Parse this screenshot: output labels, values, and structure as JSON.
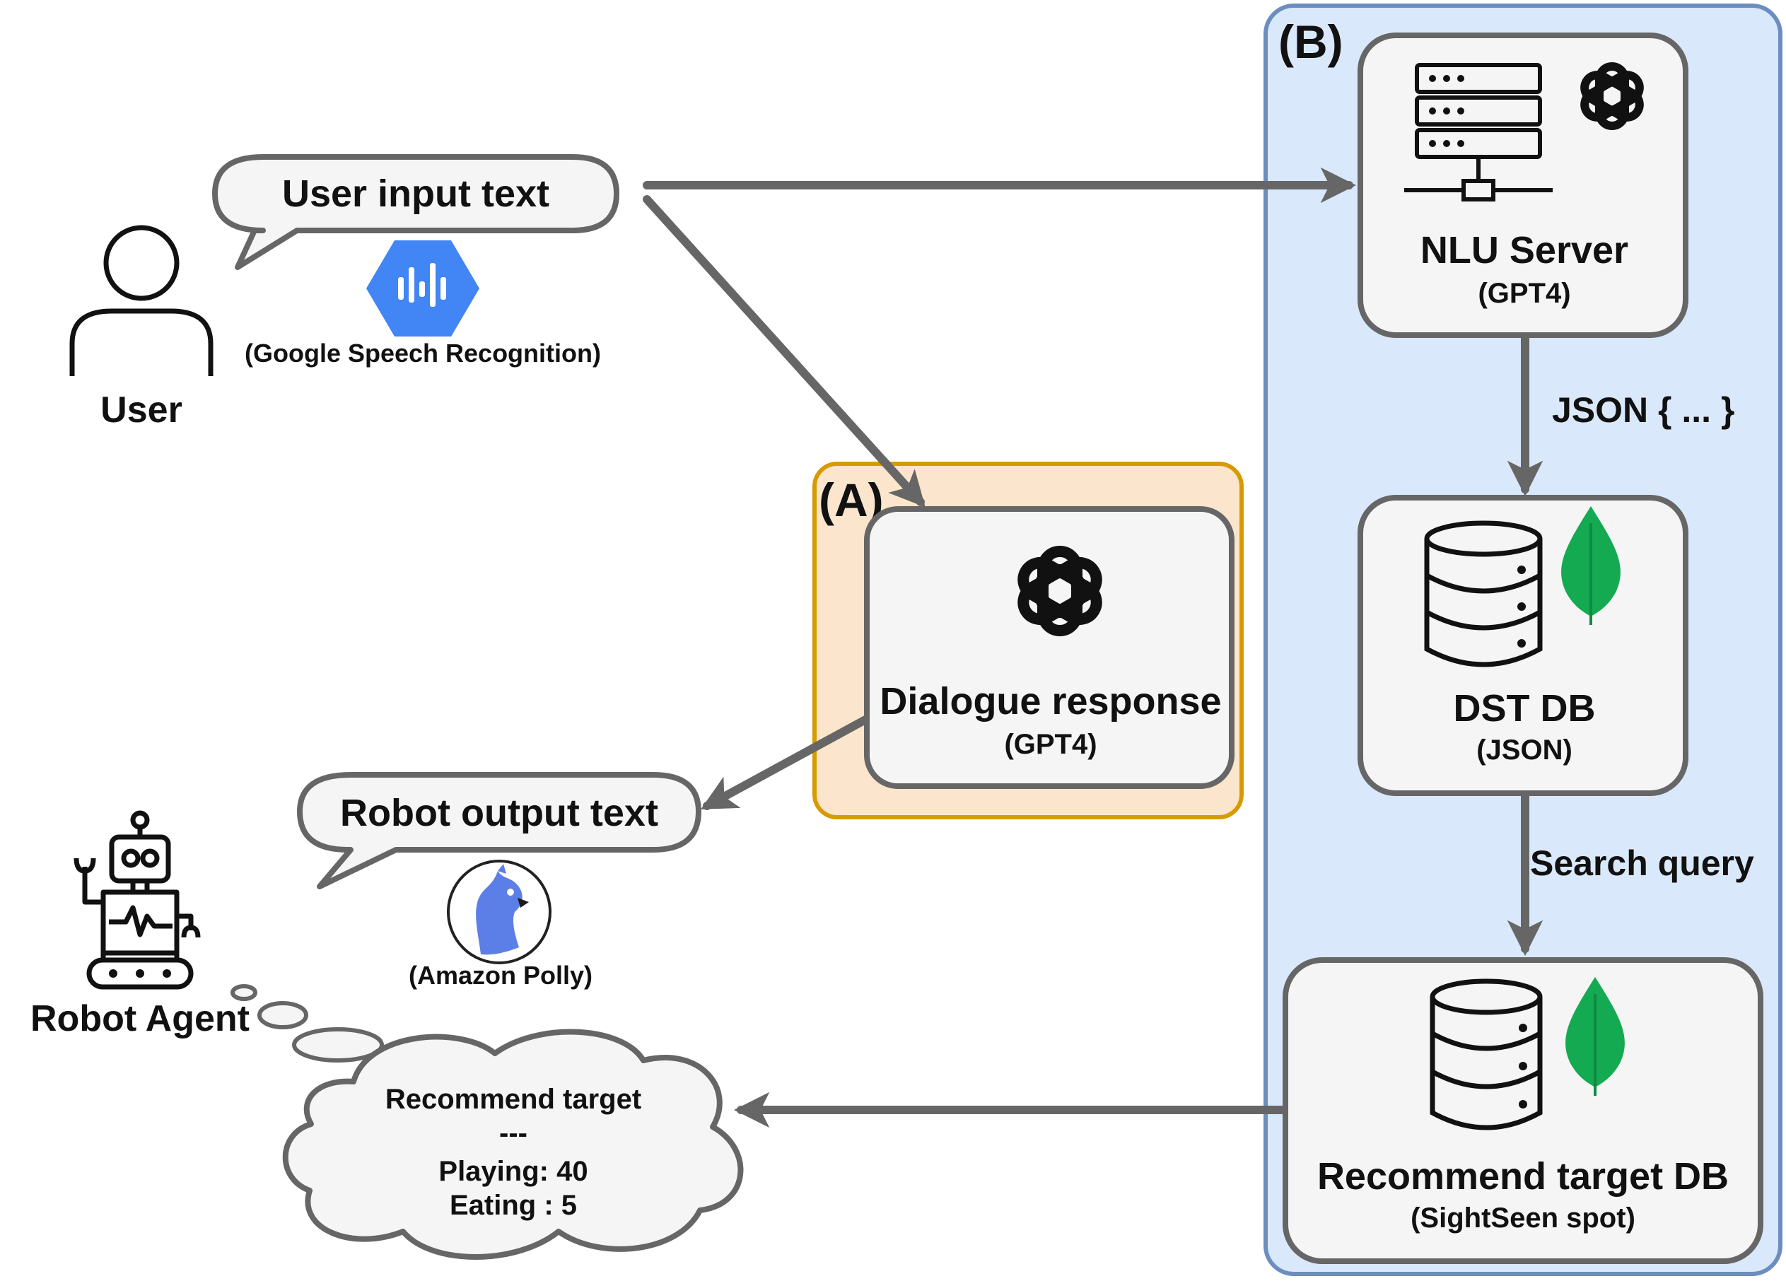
{
  "groups": {
    "a_label": "(A)",
    "b_label": "(B)"
  },
  "user": {
    "label": "User",
    "speech": "User input text",
    "asr_caption": "(Google Speech Recognition)"
  },
  "robot": {
    "label": "Robot Agent",
    "speech": "Robot output text",
    "tts_caption": "(Amazon Polly)"
  },
  "thought": {
    "title": "Recommend target",
    "divider": "---",
    "lines": [
      "Playing: 40",
      "Eating : 5"
    ]
  },
  "dialogue": {
    "title": "Dialogue response",
    "subtitle": "(GPT4)"
  },
  "nlu": {
    "title": "NLU Server",
    "subtitle": "(GPT4)"
  },
  "dst": {
    "title": "DST DB",
    "subtitle": "(JSON)"
  },
  "target_db": {
    "title": "Recommend target DB",
    "subtitle": "(SightSeen spot)"
  },
  "edges": {
    "nlu_to_dst": "JSON { ... }",
    "dst_to_target": "Search query"
  },
  "icons": {
    "user": "user-icon",
    "robot": "robot-icon",
    "speech_recognition": "google-speech-icon",
    "polly": "amazon-polly-icon",
    "openai": "openai-icon",
    "server": "server-icon",
    "database": "database-icon",
    "mongodb": "mongodb-leaf-icon"
  },
  "colors": {
    "group_a_fill": "#fce5cd",
    "group_a_border": "#d79b00",
    "group_b_fill": "#dae8fc",
    "group_b_border": "#6c8ebf",
    "node_fill": "#f5f5f5",
    "node_border": "#666666",
    "arrow": "#666666",
    "mongodb_green": "#13aa52",
    "google_blue": "#4285f4"
  }
}
